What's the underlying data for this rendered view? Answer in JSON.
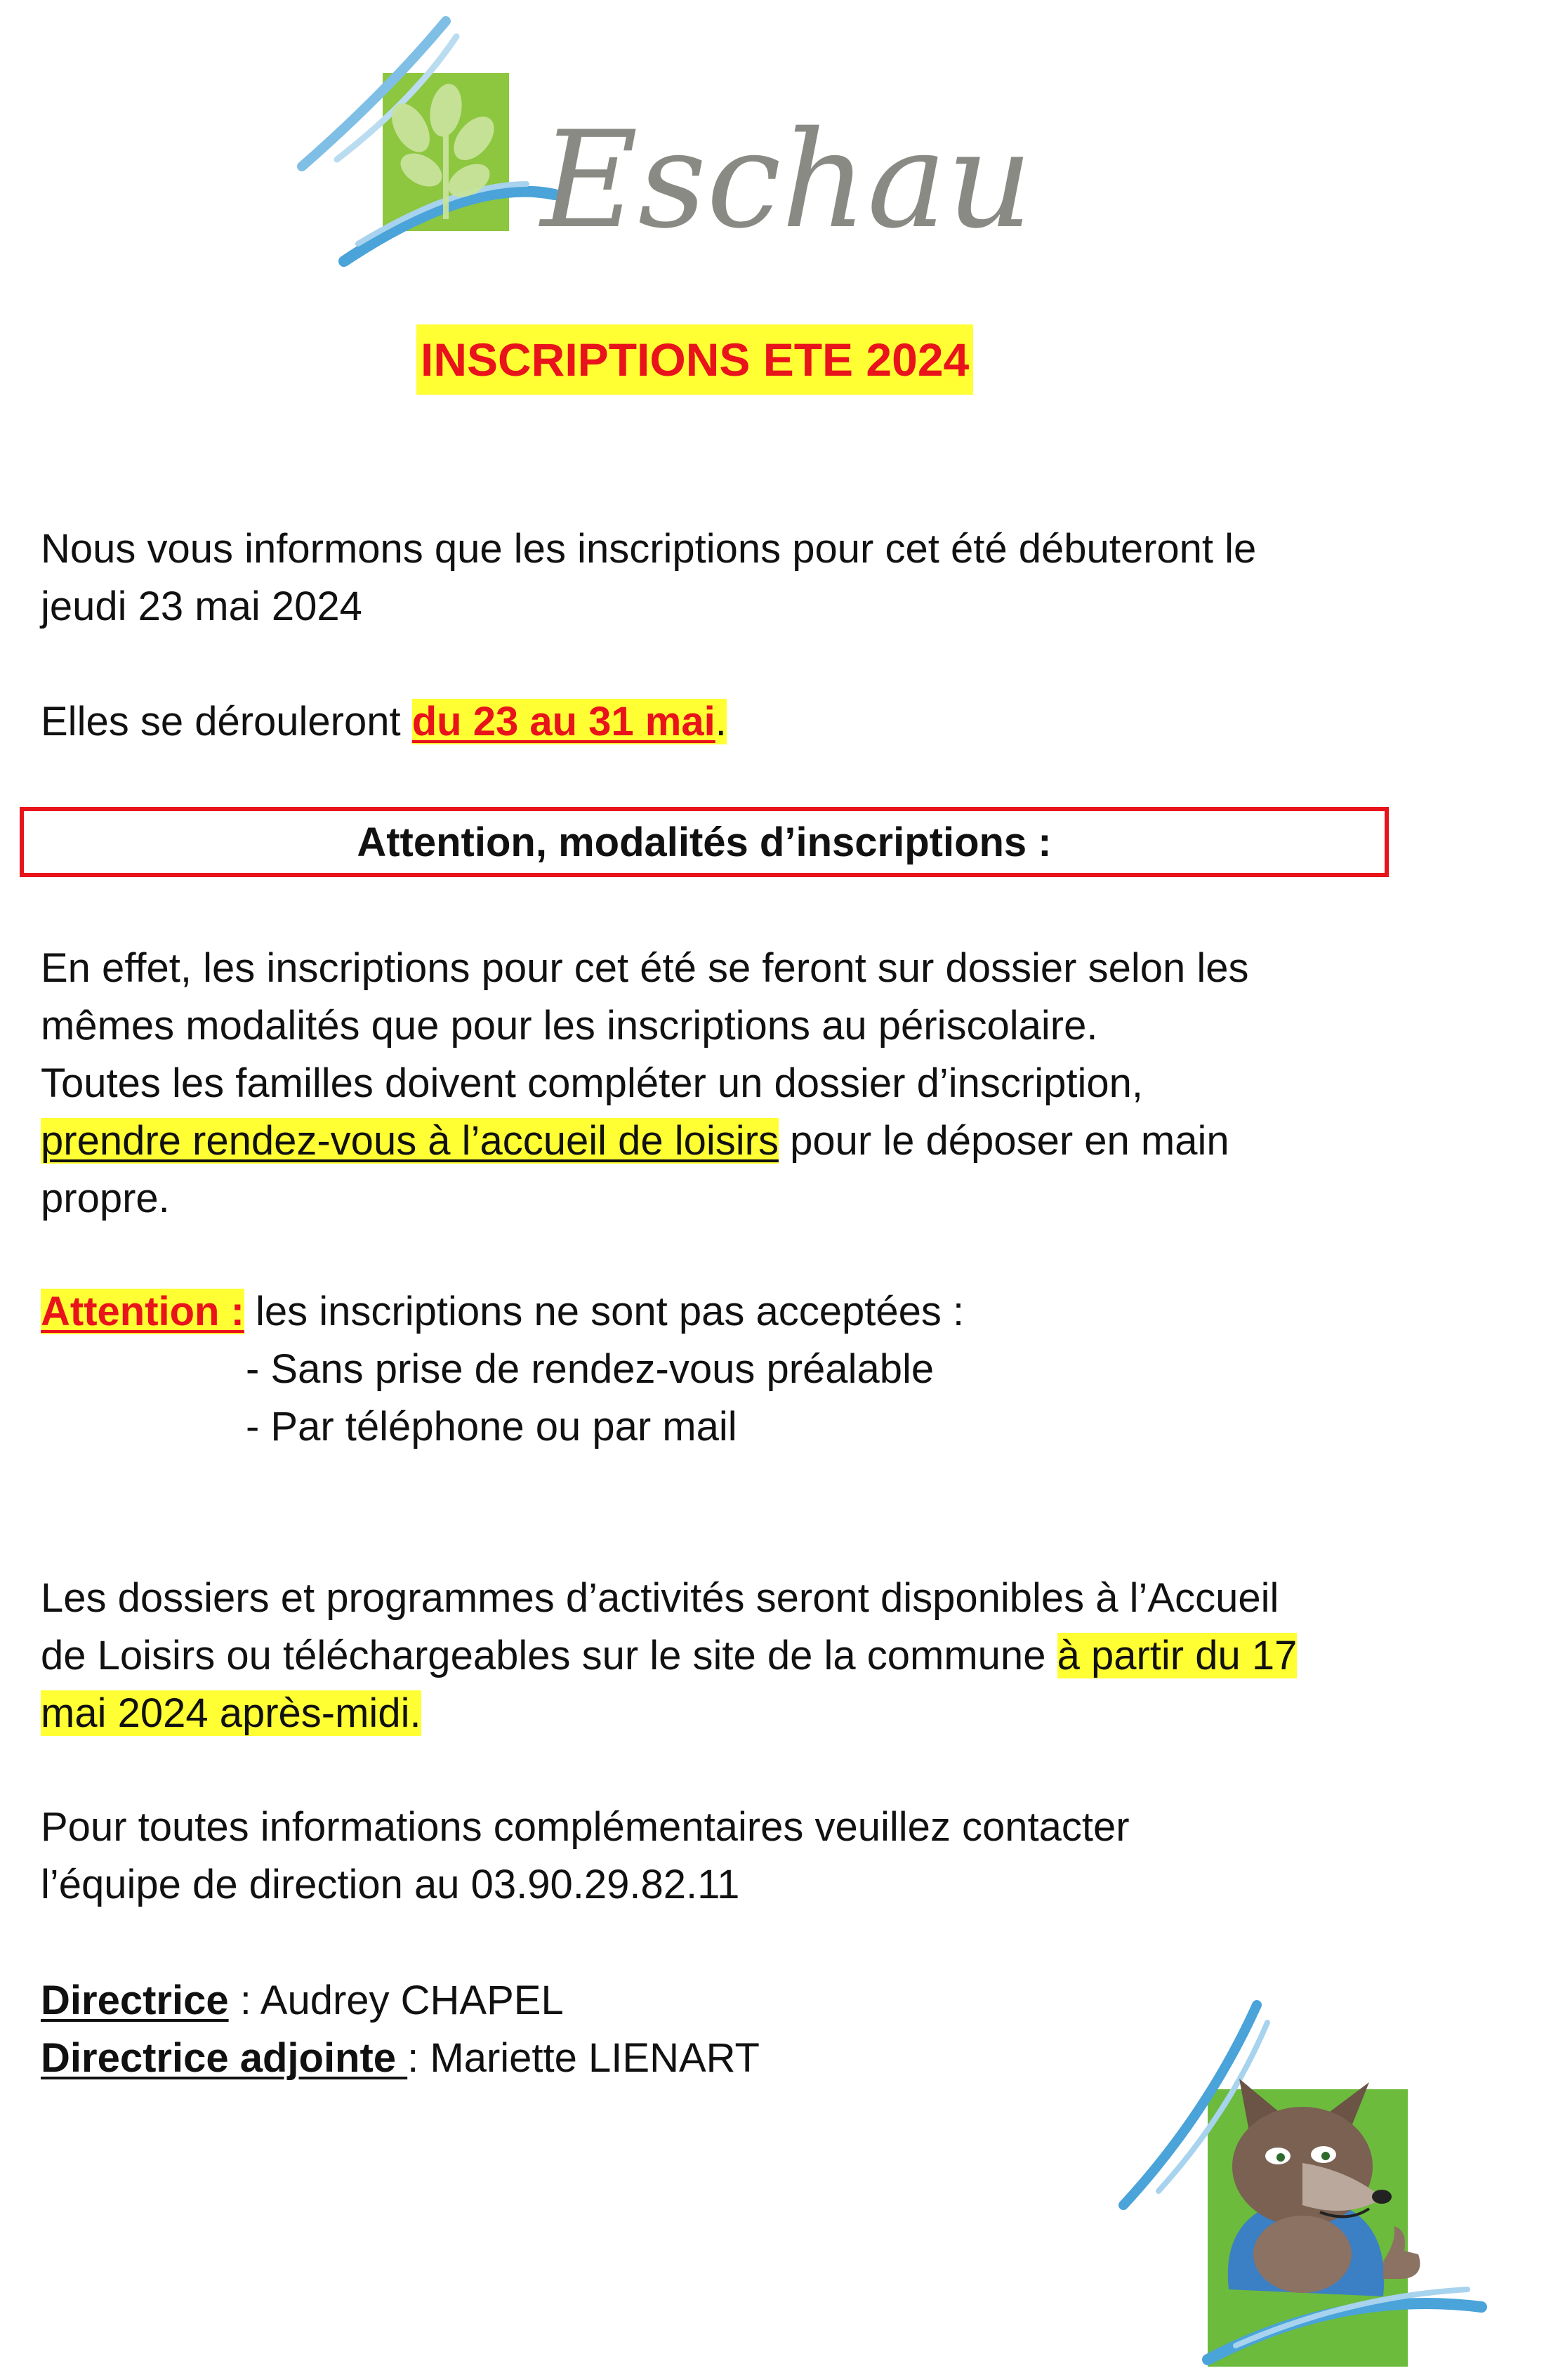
{
  "logo": {
    "text": "Eschau"
  },
  "title": "INSCRIPTIONS ETE 2024",
  "intro": {
    "line1": "Nous vous informons que les inscriptions pour cet été débuteront le",
    "line2": "jeudi 23 mai 2024"
  },
  "dates": {
    "prefix": "Elles se dérouleront ",
    "range": "du 23 au 31 mai",
    "suffix": "."
  },
  "attention_box": "Attention, modalités d’inscriptions :",
  "modalities": {
    "line1": "En effet, les inscriptions pour cet été se feront sur dossier selon les",
    "line2": "mêmes modalités que pour les inscriptions au périscolaire.",
    "line3": "Toutes les familles doivent compléter un dossier d’inscription,",
    "line4_highlight": "prendre rendez-vous à l’accueil de loisirs",
    "line4_rest": " pour le déposer en main",
    "line5": "propre."
  },
  "warning": {
    "label": "Attention :",
    "text": " les inscriptions ne sont pas acceptées :",
    "items": [
      "- Sans prise de rendez-vous préalable",
      "- Par téléphone ou par mail"
    ]
  },
  "documents": {
    "line1": "Les dossiers et programmes d’activités seront disponibles à l’Accueil",
    "line2_pre": "de Loisirs ou téléchargeables sur le site de la commune ",
    "line2_highlight": "à partir du 17",
    "line3_highlight": "mai 2024 après-midi."
  },
  "contact": {
    "line1": "Pour toutes informations complémentaires veuillez contacter",
    "line2": "l’équipe de direction au 03.90.29.82.11"
  },
  "staff": {
    "director_label": "Directrice",
    "director_name": " : Audrey CHAPEL",
    "deputy_label": "Directrice adjointe ",
    "deputy_name": ": Mariette LIENART"
  },
  "colors": {
    "accent_red": "#e8131b",
    "highlight": "#ffff33",
    "logo_green": "#8dc63f",
    "logo_blue": "#6fb7e0",
    "logo_gray": "#8a8a85"
  }
}
